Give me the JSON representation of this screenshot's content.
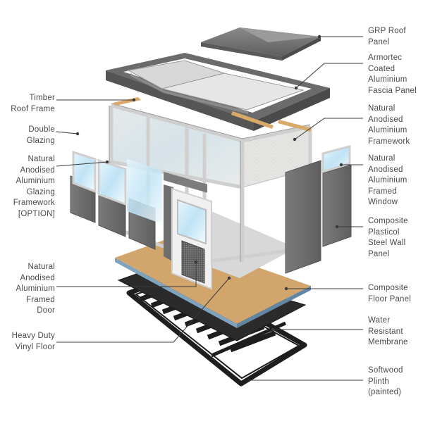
{
  "labels": {
    "grp_roof_panel": "GRP Roof\nPanel",
    "armortec_fascia": "Armortec\nCoated\nAluminium\nFascia Panel",
    "aluminium_framework": "Natural\nAnodised\nAluminium\nFramework",
    "framed_window": "Natural\nAnodised\nAluminium\nFramed\nWindow",
    "steel_wall_panel": "Composite\nPlasticol\nSteel Wall\nPanel",
    "floor_panel": "Composite\nFloor Panel",
    "membrane": "Water\nResistant\nMembrane",
    "plinth": "Softwood\nPlinth\n(painted)",
    "timber_roof_frame": "Timber\nRoof Frame",
    "double_glazing": "Double\nGlazing",
    "glazing_framework": "Natural\nAnodised\nAluminium\nGlazing\nFramework\n[OPTION]",
    "framed_door": "Natural\nAnodised\nAluminium\nFramed\nDoor",
    "vinyl_floor": "Heavy Duty\nVinyl Floor"
  },
  "colors": {
    "label_text": "#4a4a4a",
    "leader_line": "#3a3a3a",
    "panel_grey": "#6f6f6f",
    "frame_silver": "#d6d6d6",
    "timber": "#d9a96a",
    "membrane": "#2a2a2a",
    "glass": "#bfe3f5"
  }
}
